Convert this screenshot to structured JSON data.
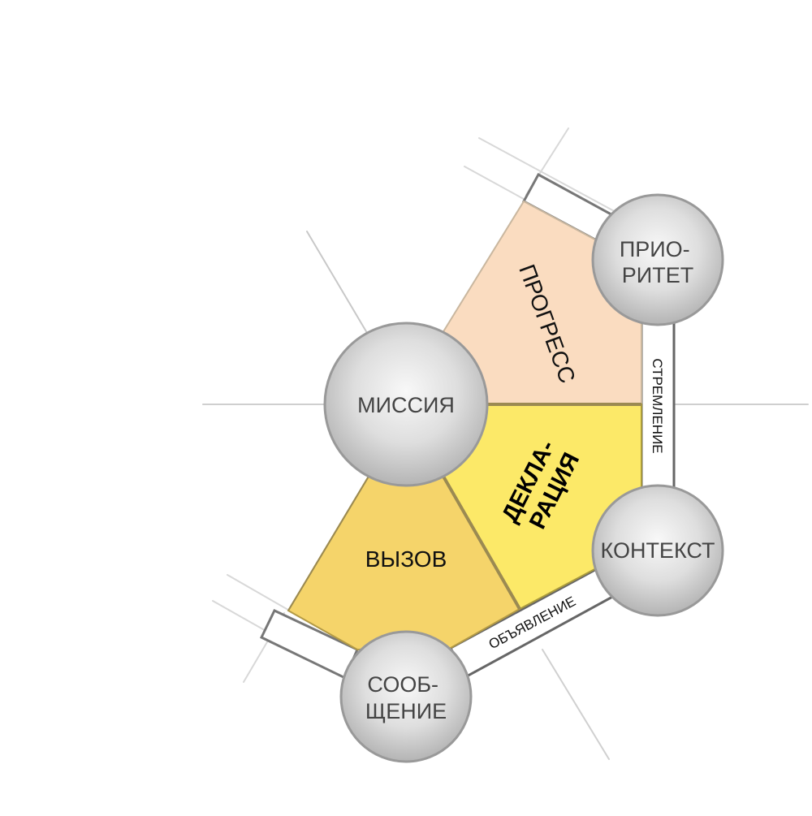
{
  "nodes": {
    "mission": {
      "label": "МИССИЯ"
    },
    "priority": {
      "line1": "ПРИО-",
      "line2": "РИТЕТ"
    },
    "context": {
      "label": "КОНТЕКСТ"
    },
    "message": {
      "line1": "СООБ-",
      "line2": "ЩЕНИЕ"
    }
  },
  "regions": {
    "progress": {
      "label": "ПРОГРЕСС",
      "color": "#FADCC0"
    },
    "declaration": {
      "line1": "ДЕКЛА-",
      "line2": "РАЦИЯ",
      "color": "#FCE968"
    },
    "challenge": {
      "label": "ВЫЗОВ",
      "color": "#F5D46A"
    }
  },
  "bands": {
    "aspiration": {
      "label": "СТРЕМЛЕНИЕ"
    },
    "announcement": {
      "label": "ОБЪЯВЛЕНИЕ"
    }
  }
}
